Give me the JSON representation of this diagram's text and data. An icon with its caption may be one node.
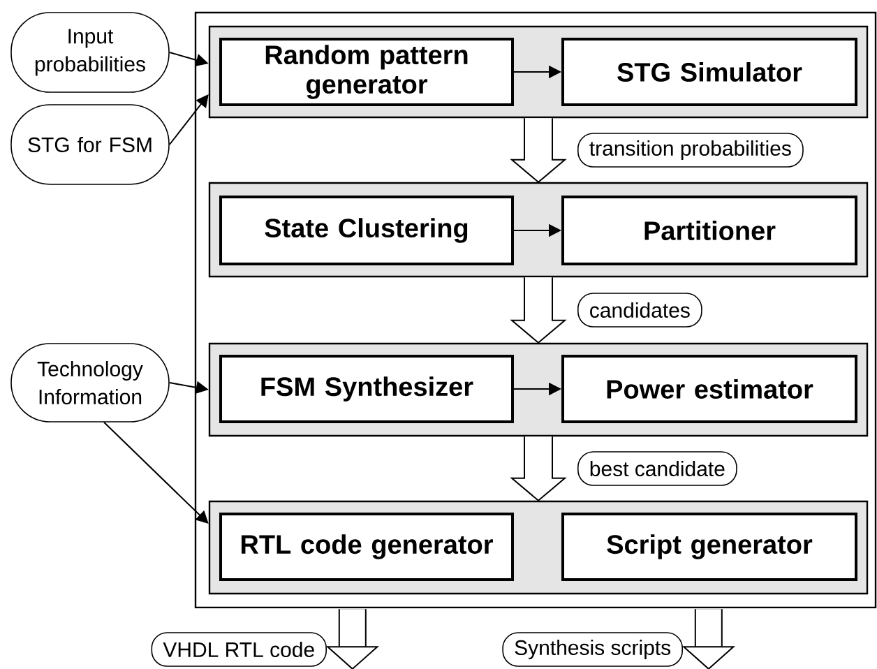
{
  "diagram": {
    "nodes": [
      {
        "text": [],
        "shape": "box"
      },
      {
        "text": [],
        "shape": "box",
        "in": 0
      },
      {
        "text": [
          "Random pattern generator"
        ],
        "in": 1
      },
      {
        "text": [
          "STG Simulator"
        ],
        "in": 1
      },
      {
        "text": [],
        "shape": "box",
        "in": 0
      },
      {
        "text": [
          "State Clustering"
        ],
        "in": 4
      },
      {
        "text": [
          "Partitioner"
        ],
        "in": 4
      },
      {
        "text": [],
        "shape": "box",
        "in": 0
      },
      {
        "text": [
          "FSM Synthesizer"
        ],
        "in": 7
      },
      {
        "text": [
          "Power estimator"
        ],
        "in": 7
      },
      {
        "text": [],
        "shape": "box",
        "in": 0
      },
      {
        "text": [
          "RTL code generator"
        ],
        "in": 10
      },
      {
        "text": [
          "Script generator"
        ],
        "in": 10
      },
      {
        "text": [
          "Input probabilities"
        ]
      },
      {
        "text": [
          "STG for FSM"
        ]
      },
      {
        "text": [
          "Technology Information"
        ]
      }
    ],
    "edges": [
      {
        "from": 13,
        "to": 1,
        "arrow": "to"
      },
      {
        "from": 14,
        "to": 1,
        "arrow": "to"
      },
      {
        "from": 2,
        "to": 3,
        "arrow": "to"
      },
      {
        "from": 1,
        "to": 4,
        "arrow": "to",
        "style": "thick",
        "label": "transition probabilities"
      },
      {
        "from": 5,
        "to": 6,
        "arrow": "to"
      },
      {
        "from": 4,
        "to": 7,
        "arrow": "to",
        "style": "thick",
        "label": "candidates"
      },
      {
        "from": 15,
        "to": 7,
        "arrow": "to"
      },
      {
        "from": 8,
        "to": 9,
        "arrow": "to"
      },
      {
        "from": 7,
        "to": 10,
        "arrow": "to",
        "style": "thick",
        "label": "best candidate"
      },
      {
        "from": 15,
        "to": 10,
        "arrow": "to"
      },
      {
        "from": 0,
        "to": null,
        "arrow": "to",
        "style": "thick",
        "label": "VHDL RTL code"
      },
      {
        "from": 0,
        "to": null,
        "arrow": "to",
        "style": "thick",
        "label": "Synthesis scripts"
      }
    ]
  }
}
